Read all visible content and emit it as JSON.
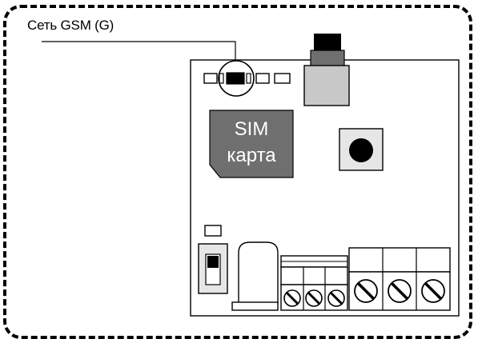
{
  "callout": {
    "label": "Сеть GSM (G)"
  },
  "sim_card": {
    "line1": "SIM",
    "line2": "карта"
  },
  "colors": {
    "outline": "#000000",
    "sim_fill": "#6f6f6f",
    "connector_fill": "#c8c8c8",
    "button_plate": "#e6e6e6",
    "board_fill": "#ffffff"
  },
  "icons": {
    "gsm_led": "filled-rectangle-led",
    "reset_button": "round-push-button",
    "terminal_screw": "slotted-screw-circle"
  }
}
